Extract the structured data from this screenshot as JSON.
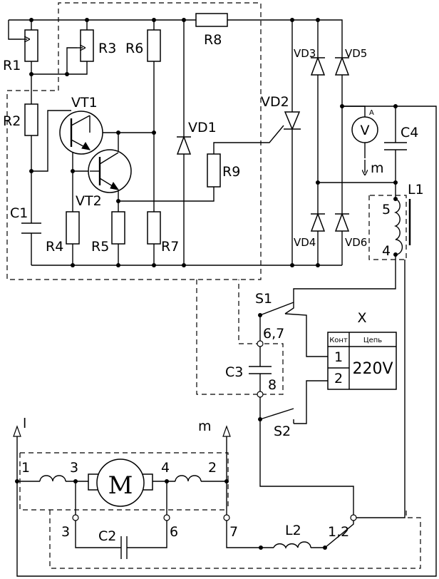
{
  "resistors": {
    "r1": "R1",
    "r2": "R2",
    "r3": "R3",
    "r4": "R4",
    "r5": "R5",
    "r6": "R6",
    "r7": "R7",
    "r8": "R8",
    "r9": "R9"
  },
  "transistors": {
    "vt1": "VT1",
    "vt2": "VT2"
  },
  "diodes": {
    "vd1": "VD1",
    "vd2": "VD2",
    "vd3": "VD3",
    "vd4": "VD4",
    "vd5": "VD5",
    "vd6": "VD6"
  },
  "capacitors": {
    "c1": "C1",
    "c2": "C2",
    "c3": "C3",
    "c4": "C4"
  },
  "inductors": {
    "l1": "L1",
    "l2": "L2"
  },
  "switches": {
    "s1": "S1",
    "s2": "S2"
  },
  "motor": {
    "symbol": "M"
  },
  "meter": {
    "symbol": "V",
    "tag": "A",
    "out": "m"
  },
  "pins": {
    "l1_top": "5",
    "l1_bottom": "4",
    "cap_top": "6,7",
    "cap_bottom": "8",
    "m1": "1",
    "m3": "3",
    "m4": "4",
    "m2": "2",
    "b3": "3",
    "b6": "6",
    "b7": "7",
    "b12": "1,2"
  },
  "arrows": {
    "left": "l",
    "right": "m"
  },
  "connector": {
    "ref": "X",
    "col_contact": "Конт",
    "col_circuit": "Цепь",
    "contacts": [
      "1",
      "2"
    ],
    "circuit": "220V"
  }
}
